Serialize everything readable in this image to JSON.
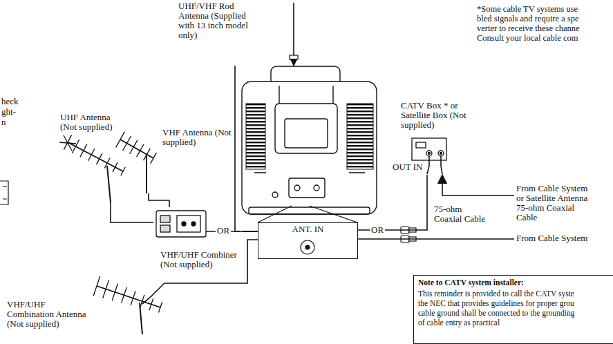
{
  "diagram": {
    "nodes": [
      {
        "text": [
          "UHF/VHF Rod Antenna (Supplied with 13 inch model only)"
        ]
      },
      {
        "text": [
          "VHF Antenna (Not supplied)"
        ]
      },
      {
        "text": [
          "UHF Antenna (Not supplied)"
        ]
      },
      {
        "text": [
          "VHF/UHF Combiner (Not supplied)"
        ]
      },
      {
        "text": [
          "VHF/UHF Combination Antenna (Not supplied)"
        ]
      },
      {
        "text": [
          "ANT. IN"
        ]
      },
      {
        "text": [
          "CATV Box * or Satellite Box (Not supplied)",
          "OUT IN"
        ]
      },
      {
        "text": [
          "From Cable System or Satellite Antenna 75-ohm Coaxial Cable"
        ]
      },
      {
        "text": [
          "From Cable System"
        ]
      },
      {
        "text": [
          "Note to CATV system installer:",
          "This reminder is provided to call the CATV syste",
          "the NEC that provides guidelines for proper grou",
          "cable ground shall be connected to the grounding",
          "of cable entry as practical"
        ]
      }
    ],
    "edges": [
      {
        "from": 1,
        "to": 3,
        "arrow": "none"
      },
      {
        "from": 2,
        "to": 3,
        "arrow": "none"
      },
      {
        "from": 3,
        "to": 5,
        "arrow": "none"
      },
      {
        "from": 4,
        "to": 5,
        "arrow": "none"
      },
      {
        "from": 0,
        "to": 5,
        "arrow": "none"
      },
      {
        "from": 6,
        "to": 5,
        "arrow": "none"
      },
      {
        "from": 7,
        "to": 6,
        "arrow": "to"
      },
      {
        "from": 8,
        "to": 5,
        "arrow": "none"
      }
    ],
    "labels": [
      "*Some cable TV systems use",
      "bled signals and require a spe",
      "verter to receive these channe",
      "Consult your local cable com",
      "heck",
      "ght-",
      "n",
      "OR",
      "OR",
      "75-ohm Coaxial Cable"
    ]
  }
}
